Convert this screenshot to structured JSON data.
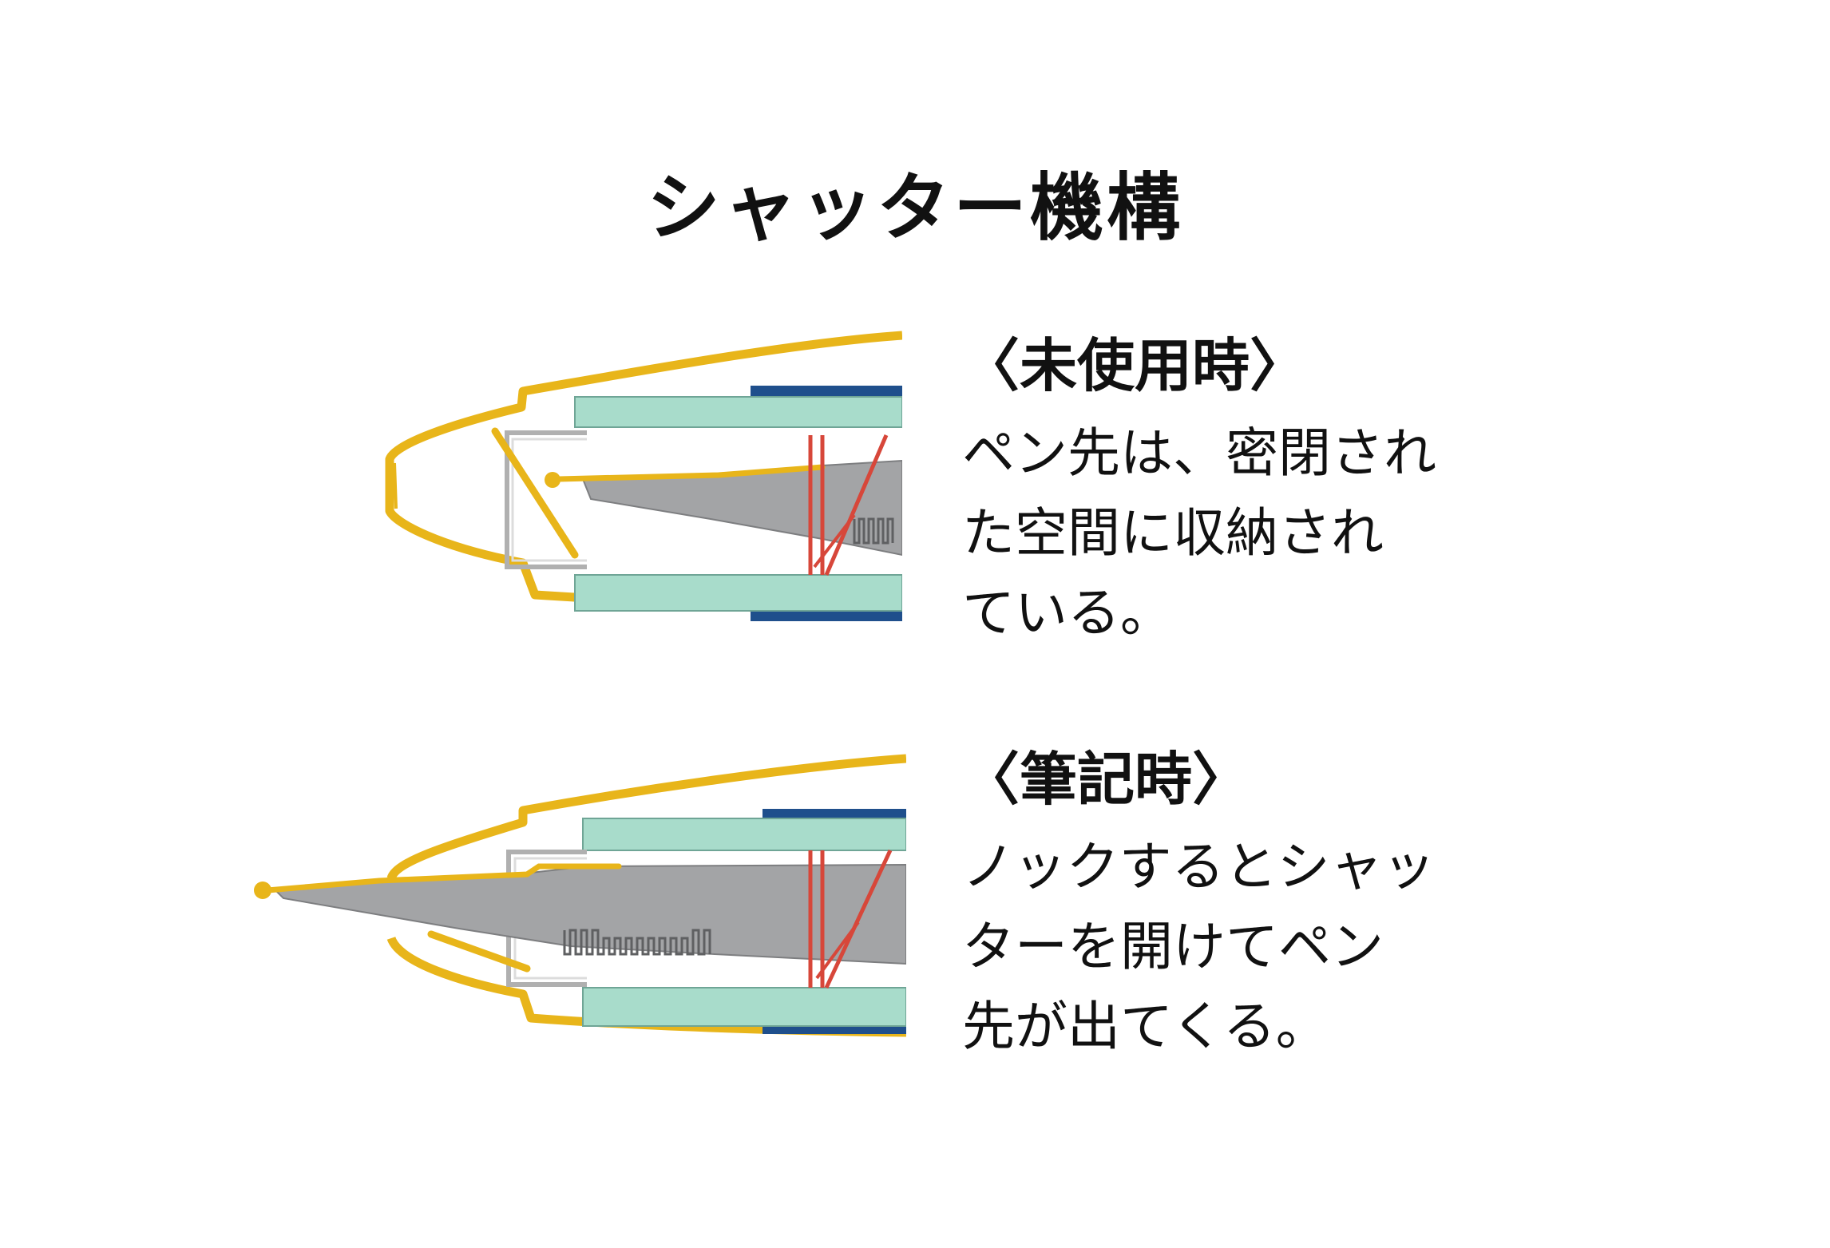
{
  "title": "シャッター機構",
  "states": [
    {
      "heading": "〈未使用時〉",
      "lines": [
        "ペン先は、密閉され",
        "た空間に収納され",
        "ている。"
      ]
    },
    {
      "heading": "〈筆記時〉",
      "lines": [
        "ノックするとシャッ",
        "ターを開けてペン",
        "先が出てくる。"
      ]
    }
  ],
  "colors": {
    "cap_yellow": "#e8b51a",
    "barrel_blue": "#1f4f8c",
    "inner_mint": "#a8dccb",
    "nib_gray": "#a3a4a6",
    "spring_red": "#d7473a",
    "shutter_frame": "#c8c8c8"
  }
}
